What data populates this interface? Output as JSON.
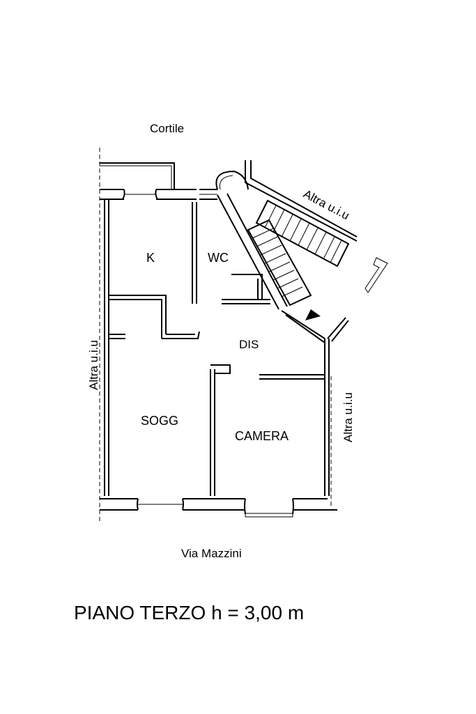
{
  "labels": {
    "courtyard": "Cortile",
    "street": "Via Mazzini",
    "other_unit": "Altra u.i.u",
    "kitchen": "K",
    "wc": "WC",
    "hall": "DIS",
    "living": "SOGG",
    "bedroom": "CAMERA"
  },
  "title": "PIANO TERZO h = 3,00 m"
}
